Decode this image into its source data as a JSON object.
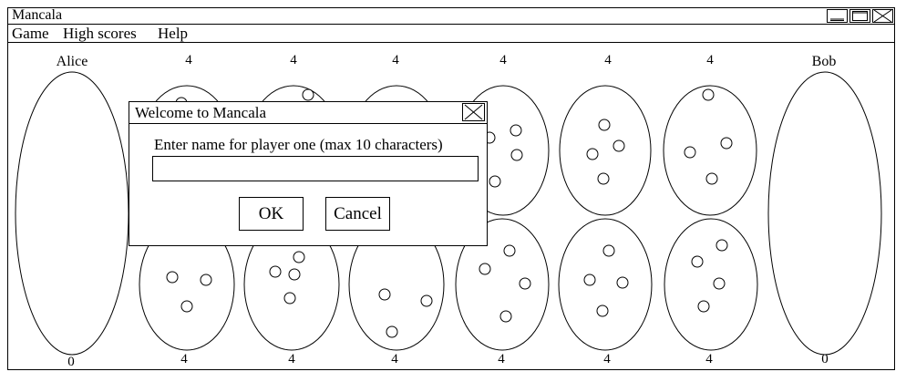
{
  "window": {
    "title": "Mancala"
  },
  "menu": {
    "items": [
      "Game",
      "High scores",
      "Help"
    ]
  },
  "players": {
    "left_name": "Alice",
    "right_name": "Bob"
  },
  "stores": {
    "left_count": "0",
    "right_count": "0"
  },
  "pits": {
    "top_counts": [
      "4",
      "4",
      "4",
      "4",
      "4",
      "4"
    ],
    "bottom_counts": [
      "4",
      "4",
      "4",
      "4",
      "4",
      "4"
    ]
  },
  "dialog": {
    "title": "Welcome to Mancala",
    "prompt": "Enter name for player one (max 10 characters)",
    "input_value": "",
    "ok_label": "OK",
    "cancel_label": "Cancel"
  },
  "icons": {
    "minimize": "minimize-icon",
    "maximize": "maximize-icon",
    "close": "close-icon",
    "dialog_close": "dialog-close-icon"
  }
}
